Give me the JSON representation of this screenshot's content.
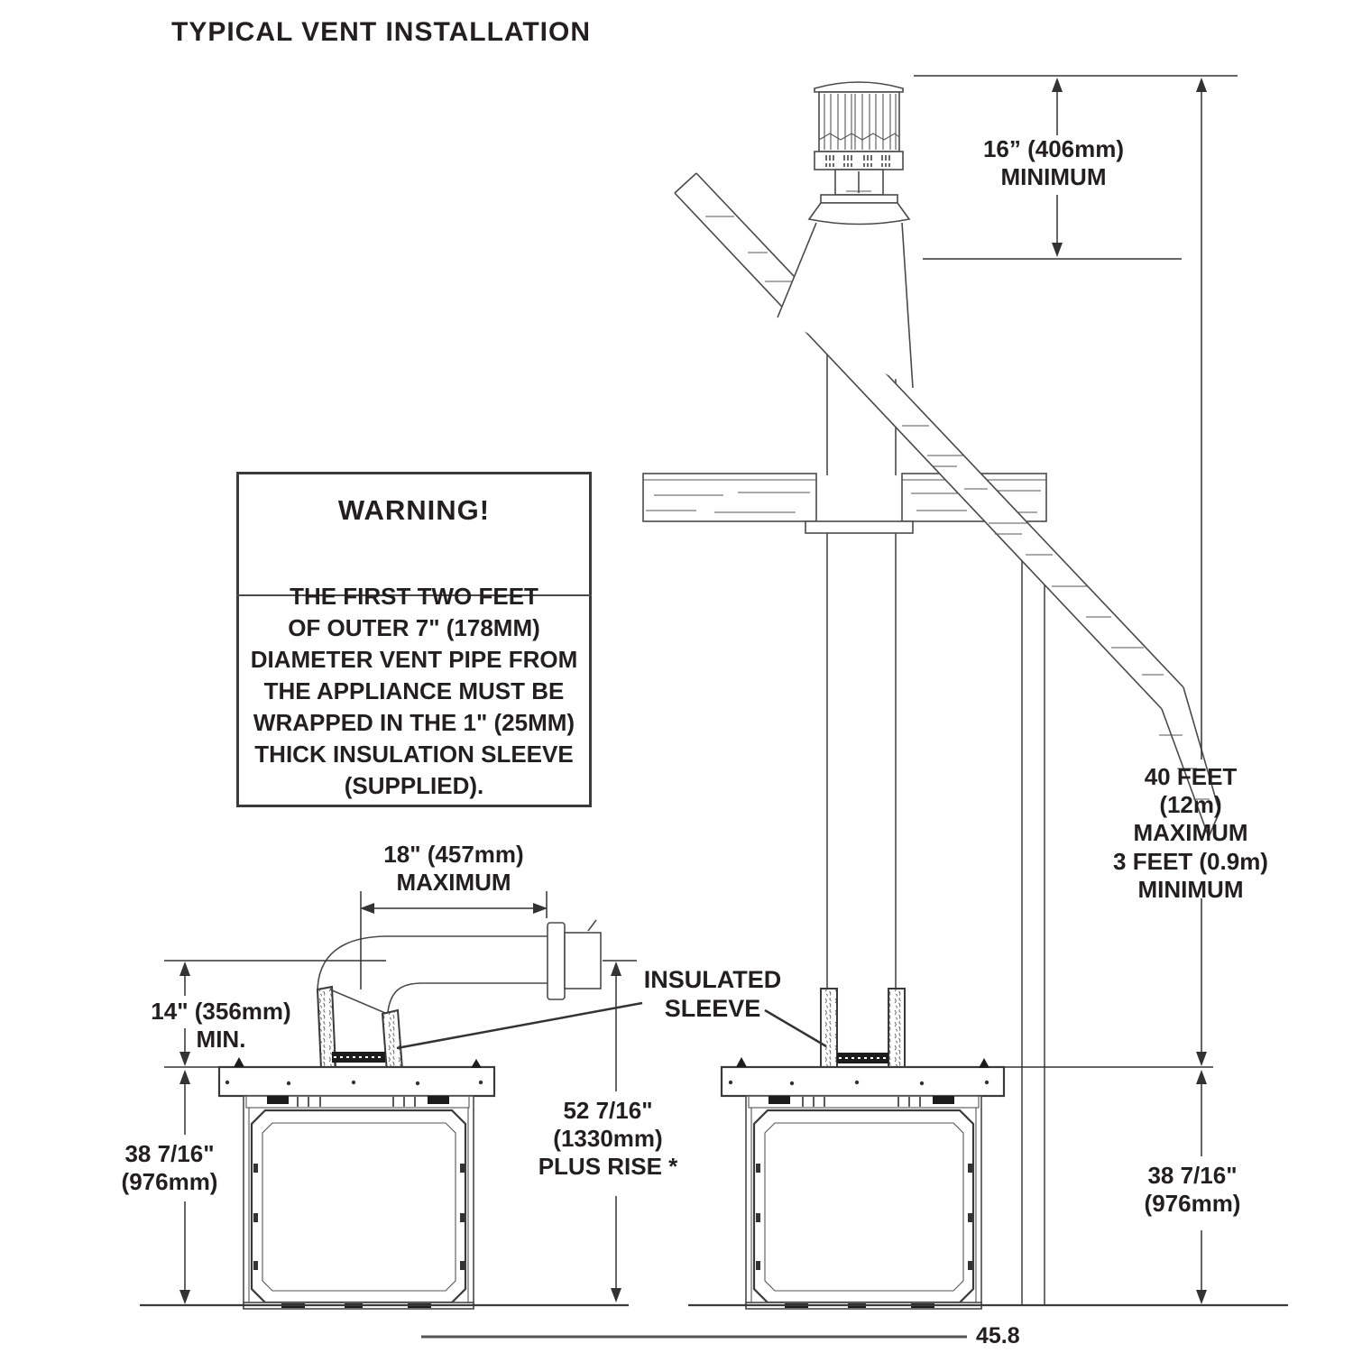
{
  "title": "TYPICAL VENT INSTALLATION",
  "warning": {
    "heading": "WARNING!",
    "lines": [
      "THE FIRST TWO FEET",
      "OF OUTER 7\" (178MM)",
      "DIAMETER VENT PIPE FROM",
      "THE APPLIANCE MUST BE",
      "WRAPPED IN THE 1\" (25MM)",
      "THICK INSULATION SLEEVE",
      "(SUPPLIED)."
    ]
  },
  "dimensions": {
    "cap_clearance": {
      "lines": [
        "16” (406mm)",
        "MINIMUM"
      ]
    },
    "vent_height": {
      "lines": [
        "40 FEET",
        "(12m)",
        "MAXIMUM",
        "3 FEET (0.9m)",
        "MINIMUM"
      ]
    },
    "horizontal_run": {
      "lines": [
        "18\" (457mm)",
        "MAXIMUM"
      ]
    },
    "vertical_rise_min": {
      "lines": [
        "14\" (356mm)",
        "MIN."
      ]
    },
    "appliance_height_left": {
      "lines": [
        "38 7/16\"",
        "(976mm)"
      ]
    },
    "top_to_centerline": {
      "lines": [
        "52 7/16\"",
        "(1330mm)",
        "PLUS RISE *"
      ]
    },
    "appliance_height_right": {
      "lines": [
        "38 7/16\"",
        "(976mm)"
      ]
    }
  },
  "callouts": {
    "insulated_sleeve": {
      "lines": [
        "INSULATED",
        "SLEEVE"
      ]
    }
  },
  "figure_number": "45.8",
  "colors": {
    "line": "#4a4a4a",
    "dim_line": "#333333",
    "text": "#231f20"
  }
}
